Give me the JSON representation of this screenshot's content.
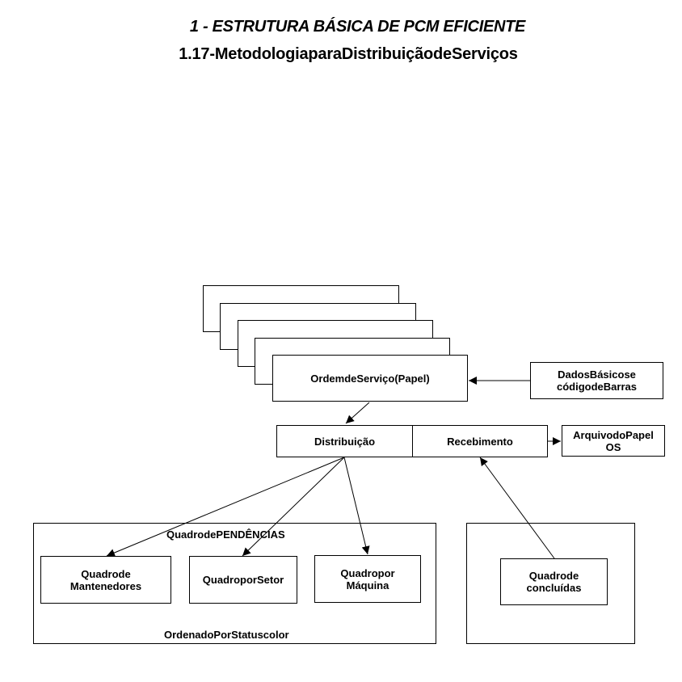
{
  "page": {
    "title": "1 - ESTRUTURA BÁSICA DE PCM EFICIENTE",
    "subtitle": "1.17-MetodologiaparaDistribuiçãodeServiços"
  },
  "diagram": {
    "ordem_servico": "OrdemdeServiço(Papel)",
    "dados_basicos": "DadosBásicose\ncódigodeBarras",
    "distribuicao": "Distribuição",
    "recebimento": "Recebimento",
    "arquivo_papel": "ArquivodoPapel\nOS",
    "pendencias_group": {
      "title": "QuadrodePENDÊNCIAS",
      "footer": "OrdenadoPorStatuscolor"
    },
    "quadro_mantenedores": "Quadrode\nMantenedores",
    "quadro_setor": "QuadroporSetor",
    "quadro_maquina": "Quadropor\nMáquina",
    "quadro_concluidas": "Quadrode\nconcluídas"
  }
}
